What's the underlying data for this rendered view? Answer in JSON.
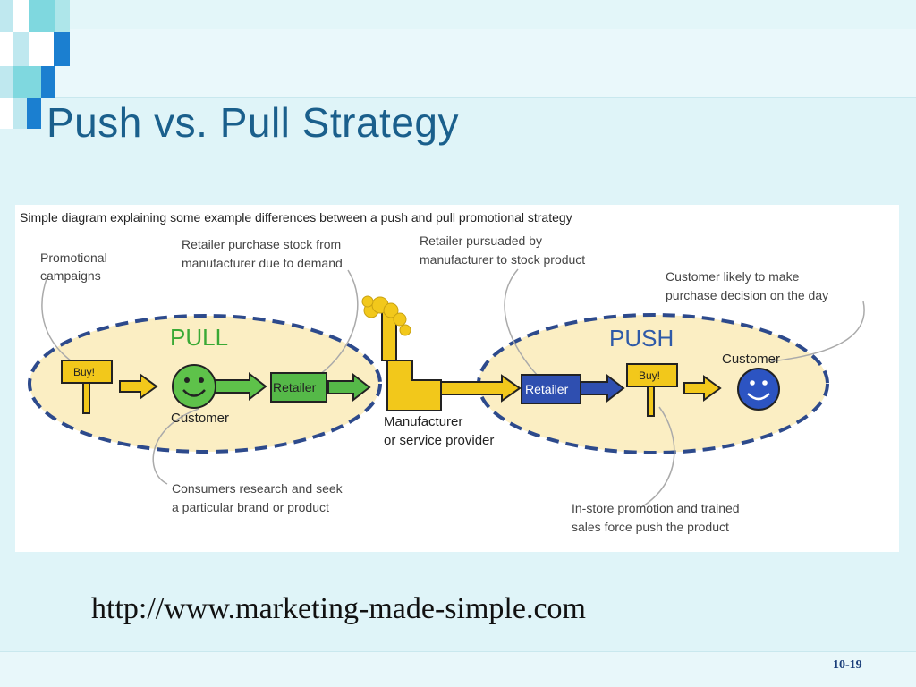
{
  "slide": {
    "title": "Push vs. Pull Strategy",
    "url": "http://www.marketing-made-simple.com",
    "page_number": "10-19"
  },
  "diagram": {
    "caption": "Simple diagram explaining some example differences between a push and pull promotional strategy",
    "pull_label": "PULL",
    "push_label": "PUSH",
    "annotations": {
      "promotional_1": "Promotional",
      "promotional_2": "campaigns",
      "retailer_stock_1": "Retailer purchase stock from",
      "retailer_stock_2": "manufacturer due to demand",
      "retailer_persuaded_1": "Retailer pursuaded by",
      "retailer_persuaded_2": "manufacturer to stock product",
      "customer_likely_1": "Customer likely to make",
      "customer_likely_2": "purchase decision on the day",
      "consumers_research_1": "Consumers research and seek",
      "consumers_research_2": "a particular brand or product",
      "instore_1": "In-store promotion and trained",
      "instore_2": "sales force push the product"
    },
    "nodes": {
      "buy_sign_pull": "Buy!",
      "customer_pull": "Customer",
      "retailer_pull": "Retailer",
      "manufacturer_1": "Manufacturer",
      "manufacturer_2": "or service provider",
      "retailer_push": "Retailer",
      "buy_sign_push": "Buy!",
      "customer_push": "Customer"
    },
    "colors": {
      "pull_text": "#3aa935",
      "push_text": "#2f5aa8",
      "ellipse_fill": "#fbeec3",
      "ellipse_border": "#2d4a8c",
      "arrow_yellow": "#f2c81b",
      "retailer_green": "#55b948",
      "retailer_blue": "#2f4fb0",
      "smiley_green": "#5ec24a",
      "smiley_blue": "#2c54c2"
    }
  }
}
